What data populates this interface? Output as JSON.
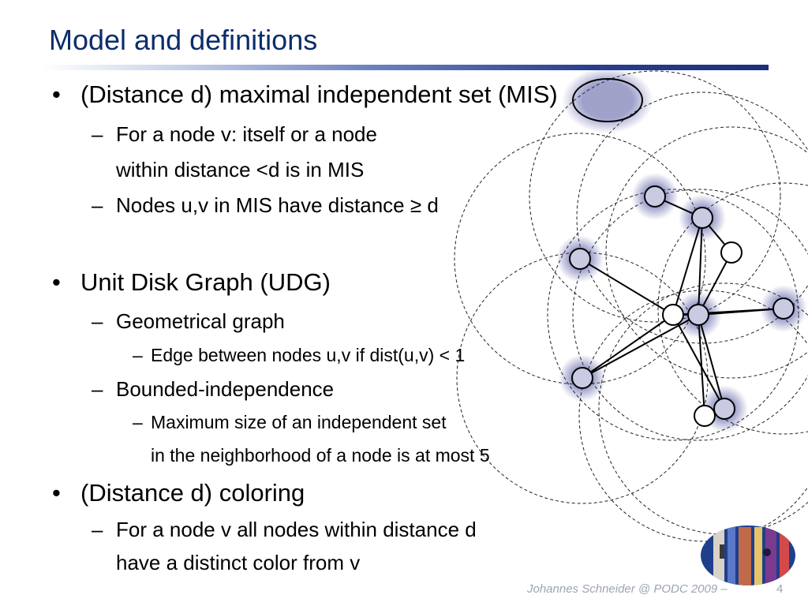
{
  "slide": {
    "title": "Model and definitions",
    "bullets": [
      {
        "text": "(Distance d) maximal independent set (MIS)"
      },
      {
        "text": "For a node v: itself or a node"
      },
      {
        "text": "within distance <d is in MIS"
      },
      {
        "text": "Nodes u,v in MIS have distance ≥ d"
      },
      {
        "text": "Unit Disk Graph (UDG)"
      },
      {
        "text": "Geometrical graph"
      },
      {
        "text": "Edge between nodes u,v if dist(u,v) < 1"
      },
      {
        "text": "Bounded-independence"
      },
      {
        "text": "Maximum size of an independent set"
      },
      {
        "text": "in the neighborhood of a node is at most 5"
      },
      {
        "text": "(Distance d) coloring"
      },
      {
        "text": "For a node v all nodes within distance d"
      },
      {
        "text": "have a distinct color from v"
      }
    ],
    "bullet_glyph": "•",
    "dash_glyph": "–",
    "footer": "Johannes Schneider @ PODC 2009 –",
    "page_number": "4"
  },
  "colors": {
    "title": "#0b2d6b",
    "mis_highlight": "#2b2f8a",
    "footer": "#9da4b3"
  }
}
